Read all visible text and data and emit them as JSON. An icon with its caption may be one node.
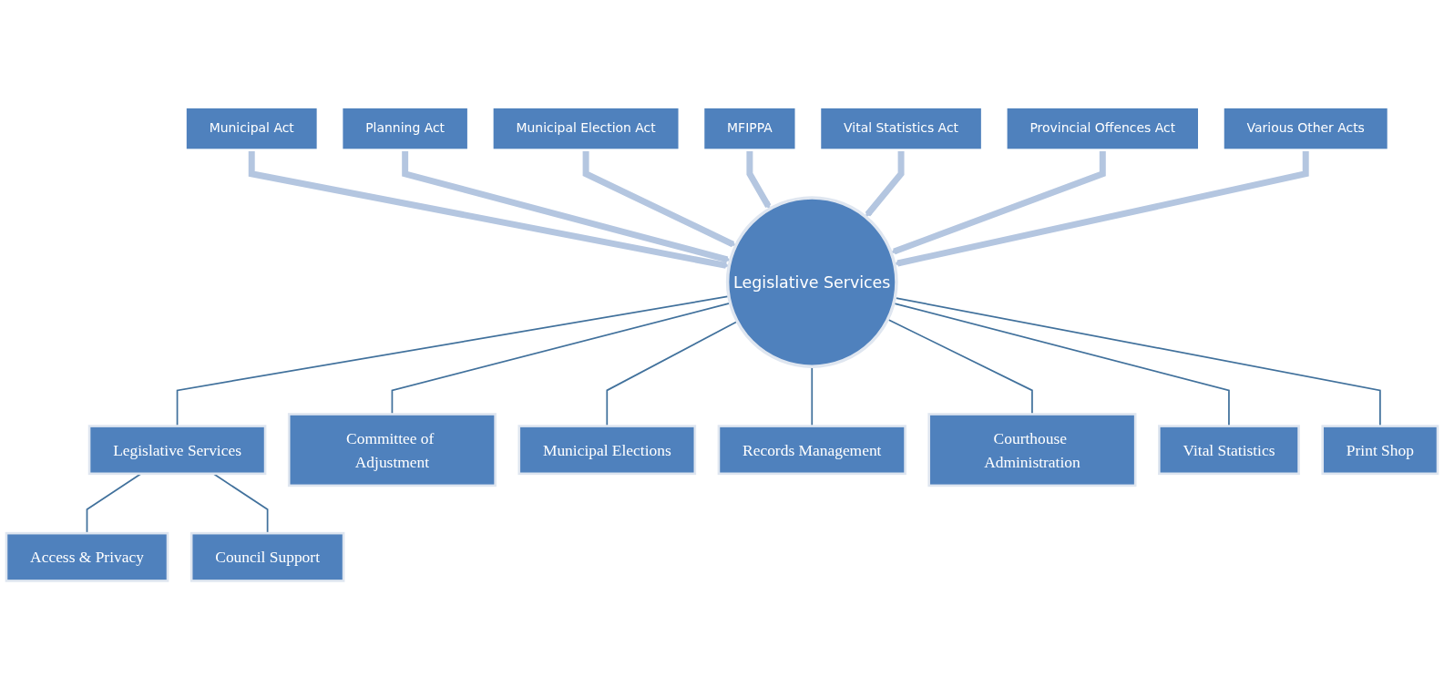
{
  "diagram": {
    "nodes": [
      {
        "text": [
          "Municipal Act"
        ]
      },
      {
        "text": [
          "Planning Act"
        ]
      },
      {
        "text": [
          "Municipal Election Act"
        ]
      },
      {
        "text": [
          "MFIPPA"
        ]
      },
      {
        "text": [
          "Vital Statistics Act"
        ]
      },
      {
        "text": [
          "Provincial Offences Act"
        ]
      },
      {
        "text": [
          "Various Other Acts"
        ]
      },
      {
        "text": [
          "Legislative Services"
        ]
      },
      {
        "text": [
          "Legislative Services"
        ]
      },
      {
        "text": [
          "Committee of Adjustment"
        ]
      },
      {
        "text": [
          "Municipal Elections"
        ]
      },
      {
        "text": [
          "Records Management"
        ]
      },
      {
        "text": [
          "Courthouse Administration"
        ]
      },
      {
        "text": [
          "Vital Statistics"
        ]
      },
      {
        "text": [
          "Print Shop"
        ]
      },
      {
        "text": [
          "Access & Privacy"
        ]
      },
      {
        "text": [
          "Council Support"
        ]
      }
    ],
    "edges": [
      {
        "from": 0,
        "to": 7,
        "arrow": "to",
        "style": "thick",
        "color": "#b4c6e0"
      },
      {
        "from": 1,
        "to": 7,
        "arrow": "to",
        "style": "thick",
        "color": "#b4c6e0"
      },
      {
        "from": 2,
        "to": 7,
        "arrow": "to",
        "style": "thick",
        "color": "#b4c6e0"
      },
      {
        "from": 3,
        "to": 7,
        "arrow": "to",
        "style": "thick",
        "color": "#b4c6e0"
      },
      {
        "from": 4,
        "to": 7,
        "arrow": "to",
        "style": "thick",
        "color": "#b4c6e0"
      },
      {
        "from": 5,
        "to": 7,
        "arrow": "to",
        "style": "thick",
        "color": "#b4c6e0"
      },
      {
        "from": 6,
        "to": 7,
        "arrow": "to",
        "style": "thick",
        "color": "#b4c6e0"
      },
      {
        "from": 7,
        "to": 8,
        "arrow": "none"
      },
      {
        "from": 7,
        "to": 9,
        "arrow": "none"
      },
      {
        "from": 7,
        "to": 10,
        "arrow": "none"
      },
      {
        "from": 7,
        "to": 11,
        "arrow": "none"
      },
      {
        "from": 7,
        "to": 12,
        "arrow": "none"
      },
      {
        "from": 7,
        "to": 13,
        "arrow": "none"
      },
      {
        "from": 7,
        "to": 14,
        "arrow": "none"
      },
      {
        "from": 8,
        "to": 15,
        "arrow": "none"
      },
      {
        "from": 8,
        "to": 16,
        "arrow": "none"
      }
    ]
  }
}
